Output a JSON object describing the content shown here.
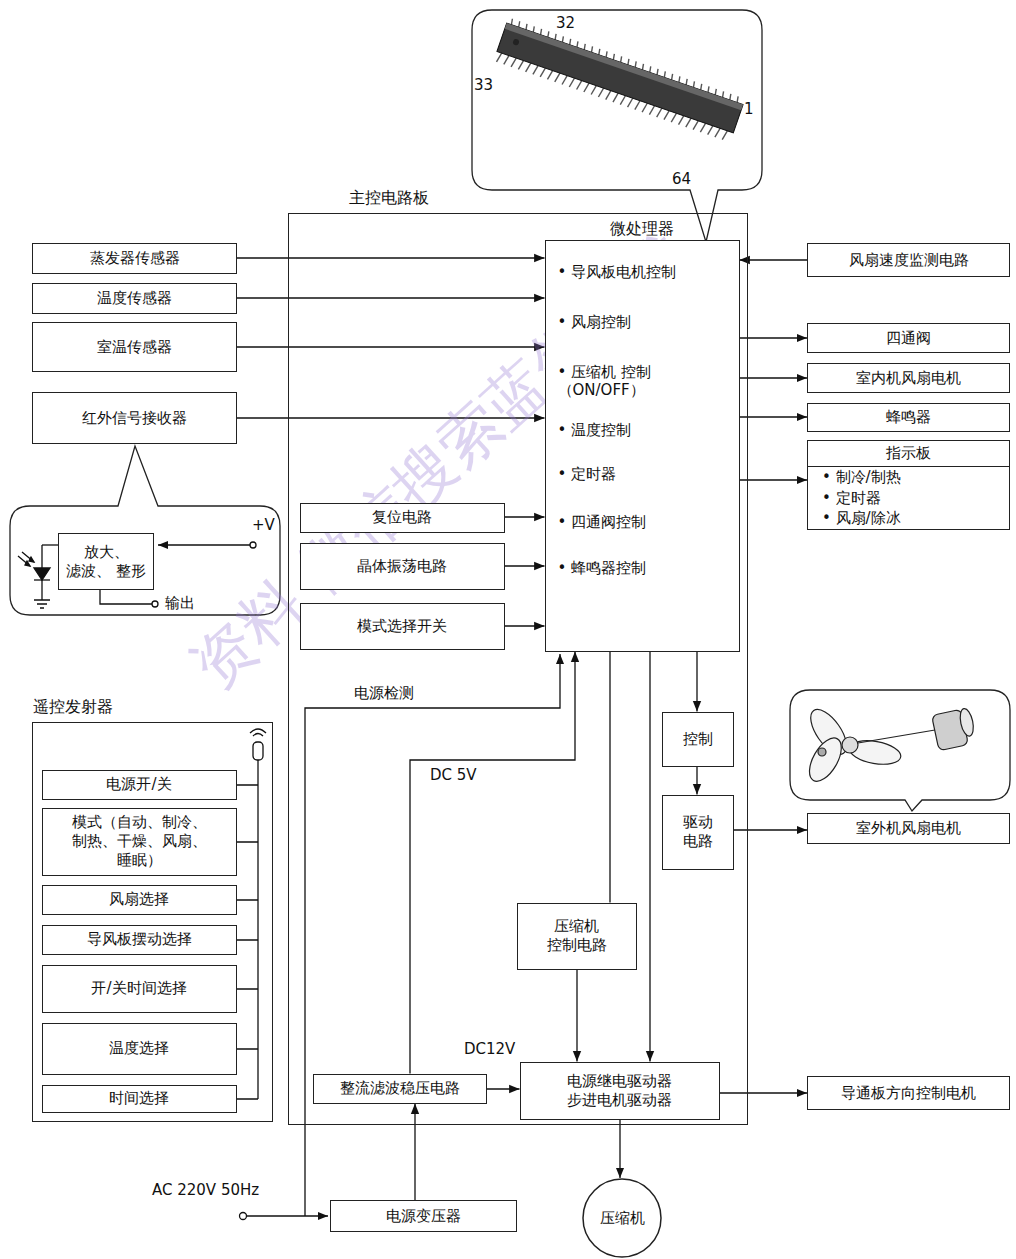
{
  "diagram": {
    "nodes": [
      {
        "text": [
          "主控电路板"
        ]
      },
      {
        "text": [
          "微处理器",
          "• 导风板电机控制",
          "• 风扇控制",
          "• 压缩机 控制（ON/OFF）",
          "• 温度控制",
          "• 定时器",
          "• 四通阀控制",
          "• 蜂鸣器控制"
        ],
        "in": 0
      },
      {
        "text": [
          "蒸发器传感器"
        ]
      },
      {
        "text": [
          "温度传感器"
        ]
      },
      {
        "text": [
          "室温传感器"
        ]
      },
      {
        "text": [
          "红外信号接收器"
        ]
      },
      {
        "text": [
          "放大、滤波、 整形"
        ]
      },
      {
        "text": [
          "复位电路"
        ],
        "in": 0
      },
      {
        "text": [
          "晶体振荡电路"
        ],
        "in": 0
      },
      {
        "text": [
          "模式选择开关"
        ],
        "in": 0
      },
      {
        "text": [
          "遥控发射器"
        ]
      },
      {
        "text": [
          "电源开/关"
        ],
        "in": 10
      },
      {
        "text": [
          "模式（自动、制冷、 制热、干燥、风扇、 睡眠）"
        ],
        "in": 10
      },
      {
        "text": [
          "风扇选择"
        ],
        "in": 10
      },
      {
        "text": [
          "导风板摆动选择"
        ],
        "in": 10
      },
      {
        "text": [
          "开/关时间选择"
        ],
        "in": 10
      },
      {
        "text": [
          "温度选择"
        ],
        "in": 10
      },
      {
        "text": [
          "时间选择"
        ],
        "in": 10
      },
      {
        "text": [
          "风扇速度监测电路"
        ]
      },
      {
        "text": [
          "四通阀"
        ]
      },
      {
        "text": [
          "室内机风扇电机"
        ]
      },
      {
        "text": [
          "蜂鸣器"
        ]
      },
      {
        "text": [
          "指示板",
          "• 制冷/制热",
          "• 定时器",
          "• 风扇/除冰"
        ]
      },
      {
        "text": [
          "控制"
        ],
        "in": 0
      },
      {
        "text": [
          "驱动 电路"
        ],
        "in": 0
      },
      {
        "text": [
          "室外机风扇电机"
        ]
      },
      {
        "text": [
          "压缩机 控制电路"
        ],
        "in": 0
      },
      {
        "text": [
          "整流滤波稳压电路"
        ],
        "in": 0
      },
      {
        "text": [
          "电源继电驱动器 步进电机驱动器"
        ],
        "in": 0
      },
      {
        "text": [
          "导通板方向控制电机"
        ]
      },
      {
        "text": [
          "压缩机"
        ]
      },
      {
        "text": [
          "电源变压器"
        ]
      }
    ],
    "edges": [
      {
        "from": 2,
        "to": 1,
        "arrow": "to"
      },
      {
        "from": 3,
        "to": 1,
        "arrow": "to"
      },
      {
        "from": 4,
        "to": 1,
        "arrow": "to"
      },
      {
        "from": 5,
        "to": 1,
        "arrow": "to"
      },
      {
        "from": 7,
        "to": 1,
        "arrow": "to"
      },
      {
        "from": 8,
        "to": 1,
        "arrow": "to"
      },
      {
        "from": 9,
        "to": 1,
        "arrow": "to"
      },
      {
        "from": 18,
        "to": 1,
        "arrow": "to"
      },
      {
        "from": 1,
        "to": 19,
        "arrow": "to"
      },
      {
        "from": 1,
        "to": 20,
        "arrow": "to"
      },
      {
        "from": 1,
        "to": 21,
        "arrow": "to"
      },
      {
        "from": 1,
        "to": 22,
        "arrow": "to"
      },
      {
        "from": 1,
        "to": 23,
        "arrow": "to"
      },
      {
        "from": 23,
        "to": 24,
        "arrow": "to"
      },
      {
        "from": 24,
        "to": 25,
        "arrow": "to"
      },
      {
        "from": 1,
        "to": 26,
        "arrow": "none"
      },
      {
        "from": 26,
        "to": 28,
        "arrow": "to"
      },
      {
        "from": 1,
        "to": 28,
        "arrow": "to"
      },
      {
        "from": 27,
        "to": 1,
        "label": "DC 5V",
        "arrow": "to"
      },
      {
        "from": 31,
        "to": 27,
        "arrow": "to"
      },
      {
        "from": 27,
        "to": 28,
        "label": "DC12V",
        "arrow": "to"
      },
      {
        "from": 28,
        "to": 29,
        "arrow": "to"
      },
      {
        "from": 28,
        "to": 30,
        "arrow": "to"
      }
    ],
    "labels": [
      "32",
      "33",
      "1",
      "64",
      "+V",
      "输出",
      "电源检测",
      "AC 220V 50Hz",
      "资料 微信搜索蓝领星球"
    ]
  }
}
